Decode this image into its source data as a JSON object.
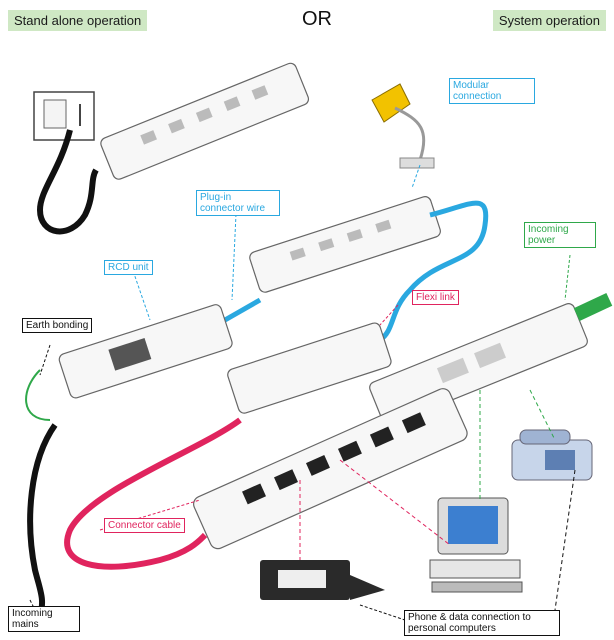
{
  "header": {
    "left_title": "Stand alone operation",
    "or_text": "OR",
    "right_title": "System operation"
  },
  "labels": {
    "modular_lamp": "Modular connection",
    "plug_in_connector": "Plug-in connector wire",
    "rcd_unit": "RCD unit",
    "flexi_link": "Flexi link",
    "incoming_power": "Incoming power",
    "connector_cable": "Connector cable",
    "earth_bonding": "Earth bonding",
    "incoming_mains": "Incoming mains",
    "phone_data": "Phone & data connection to personal computers"
  },
  "colors": {
    "blue": "#2aa8e0",
    "pink": "#e0245e",
    "green": "#2fa84a",
    "header_bg": "#cfe8c4",
    "lamp": "#f2c200"
  }
}
